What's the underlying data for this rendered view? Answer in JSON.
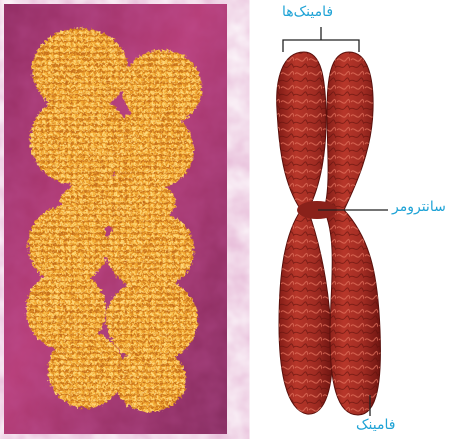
{
  "labels": {
    "chromatids": "فامینک‌ها",
    "centromere": "سانترومر",
    "chromatid": "فامینک"
  },
  "colors": {
    "label_text": "#1fa3d6",
    "leader_line": "#222222",
    "micrograph_background": "#b4356f",
    "micrograph_chromosome": "#f1a52c",
    "chromosome_model": "#a32a22"
  },
  "panels": {
    "left": "electron-micrograph-chromosome",
    "right": "chromosome-illustration"
  }
}
